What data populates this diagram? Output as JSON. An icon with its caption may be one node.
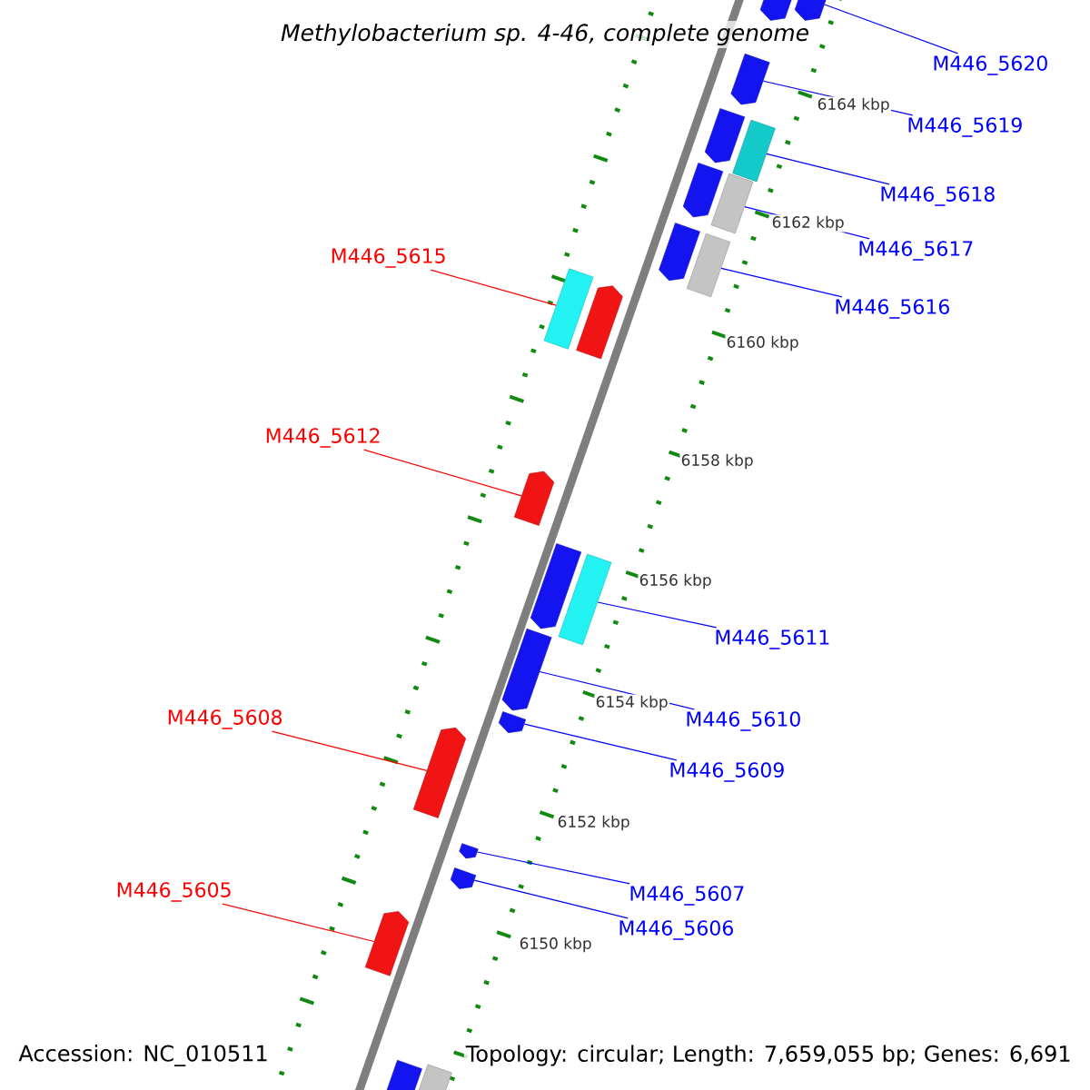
{
  "diagram": {
    "title": "Methylobacterium sp. 4-46, complete genome",
    "nodes": [
      {
        "text": [
          "M446_5620"
        ]
      },
      {
        "text": [
          "M446_5619"
        ]
      },
      {
        "text": [
          "M446_5618"
        ]
      },
      {
        "text": [
          "M446_5617"
        ]
      },
      {
        "text": [
          "M446_5615"
        ]
      },
      {
        "text": [
          "M446_5616"
        ]
      },
      {
        "text": [
          "M446_5612"
        ]
      },
      {
        "text": [
          "M446_5611"
        ]
      },
      {
        "text": [
          "M446_5608"
        ]
      },
      {
        "text": [
          "M446_5610"
        ]
      },
      {
        "text": [
          "M446_5609"
        ]
      },
      {
        "text": [
          "M446_5605"
        ]
      },
      {
        "text": [
          "M446_5607"
        ]
      },
      {
        "text": [
          "M446_5606"
        ]
      },
      {
        "text": [],
        "shape": "pentagon"
      },
      {
        "text": [],
        "shape": "pentagon"
      },
      {
        "text": [],
        "shape": "pentagon"
      },
      {
        "text": [],
        "shape": "pentagon"
      },
      {
        "text": [],
        "shape": "bar"
      },
      {
        "text": [],
        "shape": "pentagon"
      },
      {
        "text": [],
        "shape": "bar"
      },
      {
        "text": [],
        "shape": "pentagon"
      },
      {
        "text": [],
        "shape": "bar"
      },
      {
        "text": [],
        "shape": "bar"
      },
      {
        "text": [],
        "shape": "pentagon"
      },
      {
        "text": [],
        "shape": "pentagon"
      },
      {
        "text": [],
        "shape": "pentagon"
      },
      {
        "text": [],
        "shape": "bar"
      },
      {
        "text": [],
        "shape": "pentagon"
      },
      {
        "text": [],
        "shape": "pentagon"
      },
      {
        "text": [],
        "shape": "pentagon"
      },
      {
        "text": [],
        "shape": "pentagon"
      },
      {
        "text": [],
        "shape": "pentagon"
      },
      {
        "text": [],
        "shape": "pentagon"
      },
      {
        "text": [],
        "shape": "pentagon"
      },
      {
        "text": [],
        "shape": "bar"
      }
    ],
    "edges": [
      {
        "from": 0,
        "to": 15,
        "arrow": "none"
      },
      {
        "from": 1,
        "to": 16,
        "arrow": "none"
      },
      {
        "from": 2,
        "to": 18,
        "arrow": "none"
      },
      {
        "from": 3,
        "to": 20,
        "arrow": "none"
      },
      {
        "from": 4,
        "to": 23,
        "arrow": "none",
        "color": "#ff0000"
      },
      {
        "from": 5,
        "to": 22,
        "arrow": "none"
      },
      {
        "from": 6,
        "to": 25,
        "arrow": "none",
        "color": "#ff0000"
      },
      {
        "from": 7,
        "to": 27,
        "arrow": "none"
      },
      {
        "from": 8,
        "to": 30,
        "arrow": "none",
        "color": "#ff0000"
      },
      {
        "from": 9,
        "to": 28,
        "arrow": "none"
      },
      {
        "from": 10,
        "to": 29,
        "arrow": "none"
      },
      {
        "from": 11,
        "to": 33,
        "arrow": "none",
        "color": "#ff0000"
      },
      {
        "from": 12,
        "to": 31,
        "arrow": "none"
      },
      {
        "from": 13,
        "to": 32,
        "arrow": "none"
      }
    ],
    "labels": [
      "6164 kbp",
      "6162 kbp",
      "6160 kbp",
      "6158 kbp",
      "6156 kbp",
      "6154 kbp",
      "6152 kbp",
      "6150 kbp",
      "Accession: NC_010511",
      "Topology: circular; Length: 7,659,055 bp; Genes: 6,691"
    ]
  }
}
